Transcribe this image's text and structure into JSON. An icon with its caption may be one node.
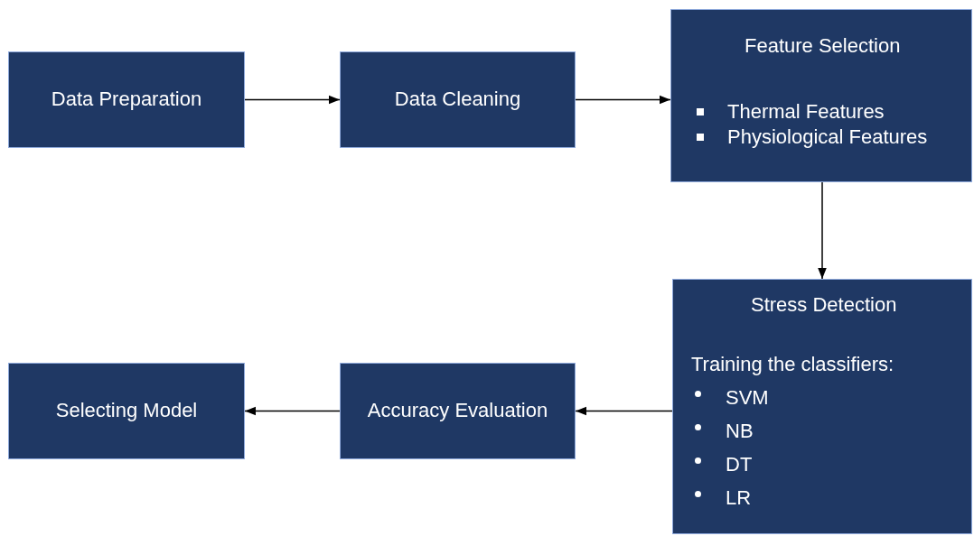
{
  "diagram": {
    "nodes": [
      {
        "text": [
          "Data Preparation"
        ]
      },
      {
        "text": [
          "Data Cleaning"
        ]
      },
      {
        "text": [
          "Feature Selection",
          "Thermal Features",
          "Physiological Features"
        ]
      },
      {
        "text": [
          "Stress Detection",
          "Training the classifiers:",
          "SVM",
          "NB",
          "DT",
          "LR"
        ]
      },
      {
        "text": [
          "Accuracy Evaluation"
        ]
      },
      {
        "text": [
          "Selecting Model"
        ]
      }
    ],
    "edges": [
      {
        "from": 0,
        "to": 1,
        "arrow": "to"
      },
      {
        "from": 1,
        "to": 2,
        "arrow": "to"
      },
      {
        "from": 2,
        "to": 3,
        "arrow": "to"
      },
      {
        "from": 3,
        "to": 4,
        "arrow": "to"
      },
      {
        "from": 4,
        "to": 5,
        "arrow": "to"
      }
    ]
  }
}
